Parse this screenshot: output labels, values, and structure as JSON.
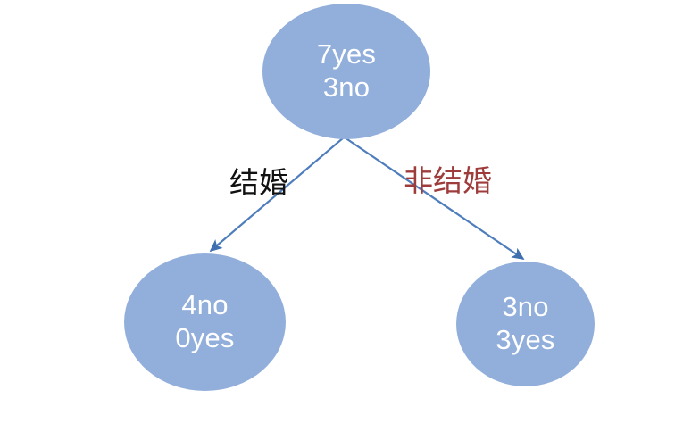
{
  "diagram": {
    "type": "decision-tree",
    "background_color": "#ffffff",
    "node_fill_color": "#92AFDC",
    "node_text_color": "#FFFFFF",
    "edge_color": "#4E7DBC",
    "nodes": {
      "root": {
        "line1": "7yes",
        "line2": "3no"
      },
      "left_child": {
        "line1": "4no",
        "line2": "0yes"
      },
      "right_child": {
        "line1": "3no",
        "line2": "3yes"
      }
    },
    "edges": [
      {
        "label": "结婚",
        "label_color": "#111111",
        "from": "root",
        "to": "left_child"
      },
      {
        "label": "非结婚",
        "label_color": "#9E3B3B",
        "from": "root",
        "to": "right_child"
      }
    ]
  }
}
